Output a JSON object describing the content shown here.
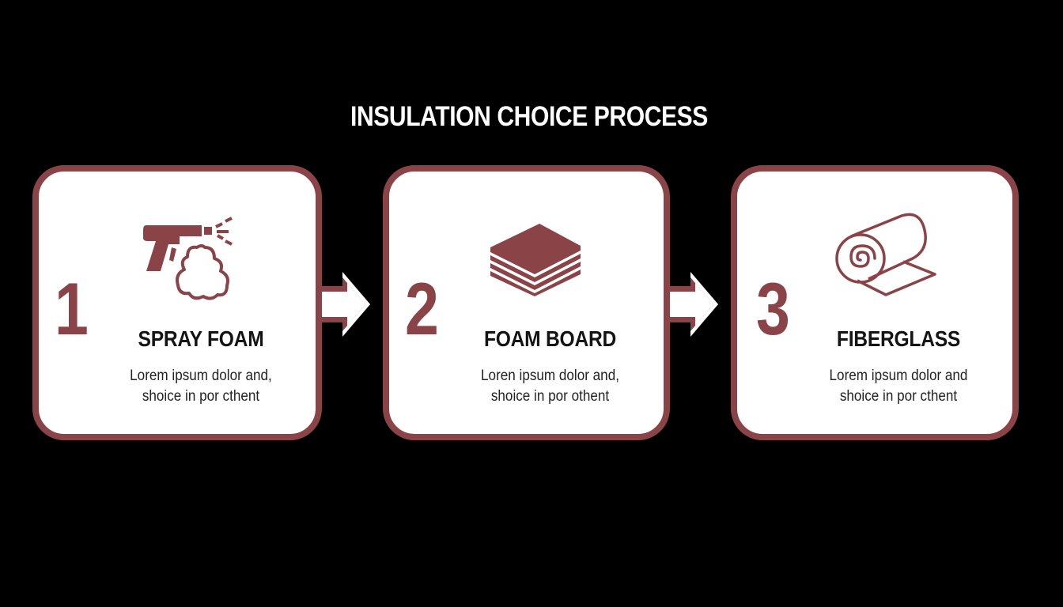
{
  "title": "INSULATION CHOICE PROCESS",
  "colors": {
    "background": "#000000",
    "accent": "#8a4448",
    "card_fill": "#ffffff",
    "heading_text": "#141414",
    "body_text": "#222222",
    "title_text": "#ffffff"
  },
  "steps": [
    {
      "number": "1",
      "name": "SPRAY FOAM",
      "icon": "spray-gun-foam-icon",
      "desc_line1": "Lorem ipsum dolor and,",
      "desc_line2": "shoice in por cthent"
    },
    {
      "number": "2",
      "name": "FOAM BOARD",
      "icon": "stacked-boards-icon",
      "desc_line1": "Loren ipsum dolor and,",
      "desc_line2": "shoice in por othent"
    },
    {
      "number": "3",
      "name": "FIBERGLASS",
      "icon": "insulation-roll-icon",
      "desc_line1": "Lorem ipsum dolor and",
      "desc_line2": "shoice in por cthent"
    }
  ],
  "connectors": [
    {
      "from": "1",
      "to": "2",
      "icon": "arrow-right-icon"
    },
    {
      "from": "2",
      "to": "3",
      "icon": "arrow-right-icon"
    }
  ]
}
